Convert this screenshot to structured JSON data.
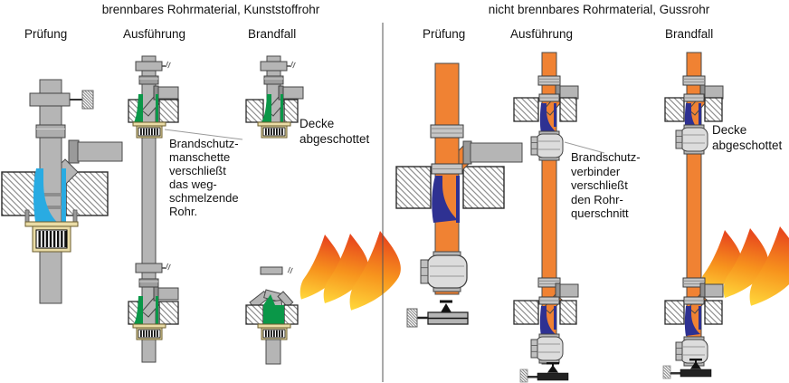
{
  "left_panel": {
    "title": "brennbares Rohrmaterial, Kunststoffrohr",
    "columns": [
      "Prüfung",
      "Ausführung",
      "Brandfall"
    ],
    "collar_annotation": "Brandschutz-\nmanschette\nverschließt\ndas weg-\nschmelzende\nRohr.",
    "fire_note": "Decke\nabgeschottet"
  },
  "right_panel": {
    "title": "nicht brennbares Rohrmaterial, Gussrohr",
    "columns": [
      "Prüfung",
      "Ausführung",
      "Brandfall"
    ],
    "connector_annotation": "Brandschutz-\nverbinder\nverschließt\nden Rohr-\nquerschnitt",
    "fire_note": "Decke\nabgeschottet"
  },
  "colors": {
    "plastic_pipe_gray": "#b5b5b5",
    "cast_iron_pipe_orange": "#f08233",
    "test_intumescent_blue": "#29abe2",
    "intumescent_green": "#0a9748",
    "intumescent_dark_blue": "#2e3192",
    "fire_collar_beige": "#eadca6",
    "flame_red": "#e8491d",
    "flame_yellow": "#ffd93b"
  }
}
